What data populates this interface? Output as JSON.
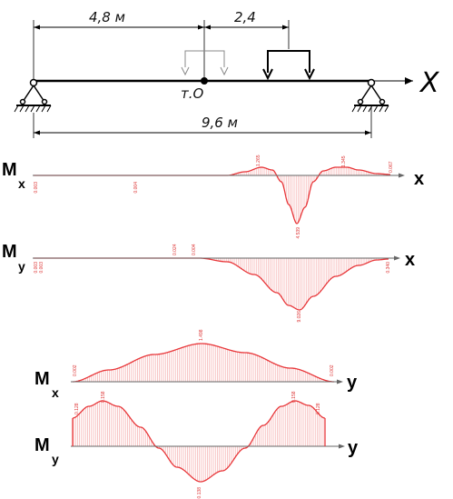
{
  "beam": {
    "dim_left": "4,8 м",
    "dim_load": "2,4",
    "dim_total": "9,6 м",
    "point_label": "т.О",
    "axis_label": "X"
  },
  "colors": {
    "curve": "#e8373a",
    "hatch": "#f3a0a0",
    "ink": "#000000"
  },
  "diagrams": [
    {
      "symbol": "M",
      "sub": "x",
      "axis": "x",
      "labels": [
        "0.003",
        "0.004",
        "1.265",
        "1.345",
        "0.067",
        "4.539"
      ]
    },
    {
      "symbol": "M",
      "sub": "y",
      "axis": "x",
      "labels": [
        "0.003",
        "0.003",
        "0.024",
        "0.004",
        "9.026",
        "0.340"
      ]
    },
    {
      "symbol": "M",
      "sub": "x",
      "axis": "y",
      "labels": [
        "0.002",
        "1.498",
        "0.002"
      ]
    },
    {
      "symbol": "M",
      "sub": "y",
      "axis": "y",
      "labels": [
        "0.128",
        "0.158",
        "0.158",
        "0.128",
        "0.138"
      ]
    }
  ]
}
